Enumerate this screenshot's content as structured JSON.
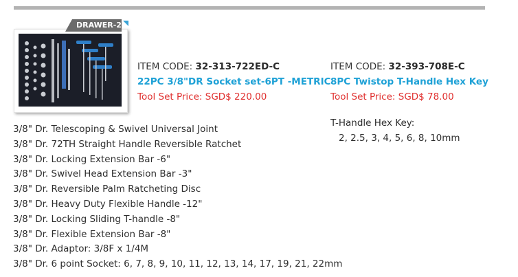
{
  "drawer_label": "DRAWER-2",
  "products": [
    {
      "code_label": "ITEM CODE: ",
      "code": "32-313-722ED-C",
      "title": "22PC 3/8\"DR Socket set-6PT -METRIC",
      "price": "Tool Set Price: SGD$ 220.00"
    },
    {
      "code_label": "ITEM CODE: ",
      "code": "32-393-708E-C",
      "title": "8PC Twistop T-Handle Hex Key",
      "price": "Tool Set Price: SGD$ 78.00"
    }
  ],
  "socket_set_items": [
    "3/8\" Dr. Telescoping & Swivel Universal Joint",
    "3/8\" Dr. 72TH Straight Handle Reversible Ratchet",
    "3/8\" Dr. Locking Extension Bar -6\"",
    "3/8\" Dr. Swivel Head Extension Bar -3\"",
    "3/8\" Dr. Reversible Palm Ratcheting Disc",
    "3/8\" Dr. Heavy Duty Flexible Handle -12\"",
    "3/8\" Dr. Locking Sliding T-handle -8\"",
    "3/8\" Dr. Flexible Extension Bar -8\"",
    "3/8\" Dr. Adaptor: 3/8F x 1/4M",
    "3/8\" Dr. 6 point Socket: 6, 7, 8, 9, 10, 11, 12, 13, 14, 17, 19, 21, 22mm"
  ],
  "hex_key": {
    "heading": "T-Handle Hex Key:",
    "sizes": "2, 2.5, 3, 4, 5, 6, 8, 10mm"
  },
  "colors": {
    "accent_blue": "#1ea1d6",
    "price_red": "#e0302f",
    "drawer_tag": "#6b6b6b",
    "tray_foam": "#1b1e28",
    "tray_tool": "#2f7fc8"
  }
}
